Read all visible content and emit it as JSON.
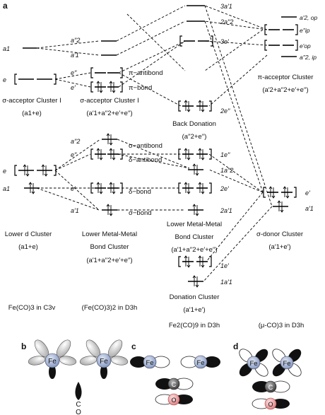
{
  "panels": {
    "a": "a",
    "b": "b",
    "c": "c",
    "d": "d"
  },
  "column1": {
    "sym_a1": "a1",
    "sym_e_top": "e",
    "sym_e_mid": "e",
    "sym_a1_low": "a1",
    "cluster_sigma_acceptor_I": "σ-acceptor Cluster I",
    "cluster_sigma_acceptor_I_sub": "(a1+e)",
    "cluster_lower_d": "Lower d Cluster",
    "cluster_lower_d_sub": "(a1+e)",
    "formula": "Fe(CO)3 in C3v"
  },
  "column2": {
    "sym_a2pp": "a′′2",
    "sym_a1p_top": "a′1",
    "sym_epp": "e′′",
    "sym_ep": "e′",
    "pi_antibond": "π−antibond",
    "pi_bond": "π−bond",
    "cluster_sigma_acceptor_I": "σ-acceptor Cluster I",
    "cluster_sigma_acceptor_I_sub": "(a′1+a′′2+e′+e′′)",
    "sym_a2pp_low": "a′′2",
    "sym_epp_low": "e′′",
    "sym_ep_low": "e′",
    "sym_a1p_low": "a′1",
    "sigma_antibond": "σ−antibond",
    "delta_antibond": "δ−antibond",
    "delta_bond": "δ−bond",
    "sigma_bond": "σ−bond",
    "cluster_lower_mm": "Lower Metal-Metal",
    "cluster_lower_mm_2": "Bond Cluster",
    "cluster_lower_mm_sub": "(a′1+a′′2+e′+e′′)",
    "formula": "(Fe(CO)3)2 in D3h"
  },
  "column3": {
    "sym_3a1": "3a′1",
    "sym_2a2": "2a′′2",
    "sym_3e": "3e′",
    "sym_2e_upper": "2e′′",
    "back_donation": "Back Donation",
    "back_donation_sub": "(a′′2+e′′)",
    "sym_1e_pp": "1e′′",
    "sym_1a2": "1a′′2",
    "sym_2e_p": "2e′",
    "sym_2a1": "2a′1",
    "cluster_lower_mm": "Lower Metal-Metal",
    "cluster_lower_mm_2": "Bond Cluster",
    "cluster_lower_mm_sub": "(a′1+a′′2+e′+e′′)",
    "sym_1e_p": "1e′",
    "sym_1a1": "1a′1",
    "donation": "Donation Cluster",
    "donation_sub": "(a′1+e′)",
    "formula": "Fe2(CO)9 in D3h"
  },
  "column4": {
    "sym_a2_op": "a′2, op",
    "sym_epp_ip": "e′′ip",
    "sym_ep_op": "e′op",
    "sym_a2pp_ip": "a′′2, ip",
    "pi_acceptor": "π-acceptor Cluster",
    "pi_acceptor_sub": "(a′2+a′′2+e′+e′′)",
    "sym_ep": "e′",
    "sym_a1p": "a′1",
    "sigma_donor": "σ-donor Cluster",
    "sigma_donor_sub": "(a′1+e′)",
    "formula": "(μ-CO)3 in D3h"
  },
  "bottom": {
    "fe": "Fe",
    "c": "C",
    "o": "O",
    "c_letter": "C",
    "o_letter": "O"
  },
  "colors": {
    "fe_fill": "#a9b7d6",
    "c_fill": "#555555",
    "o_fill": "#e89a9a",
    "lobe_gray": "#d9d9d9"
  }
}
